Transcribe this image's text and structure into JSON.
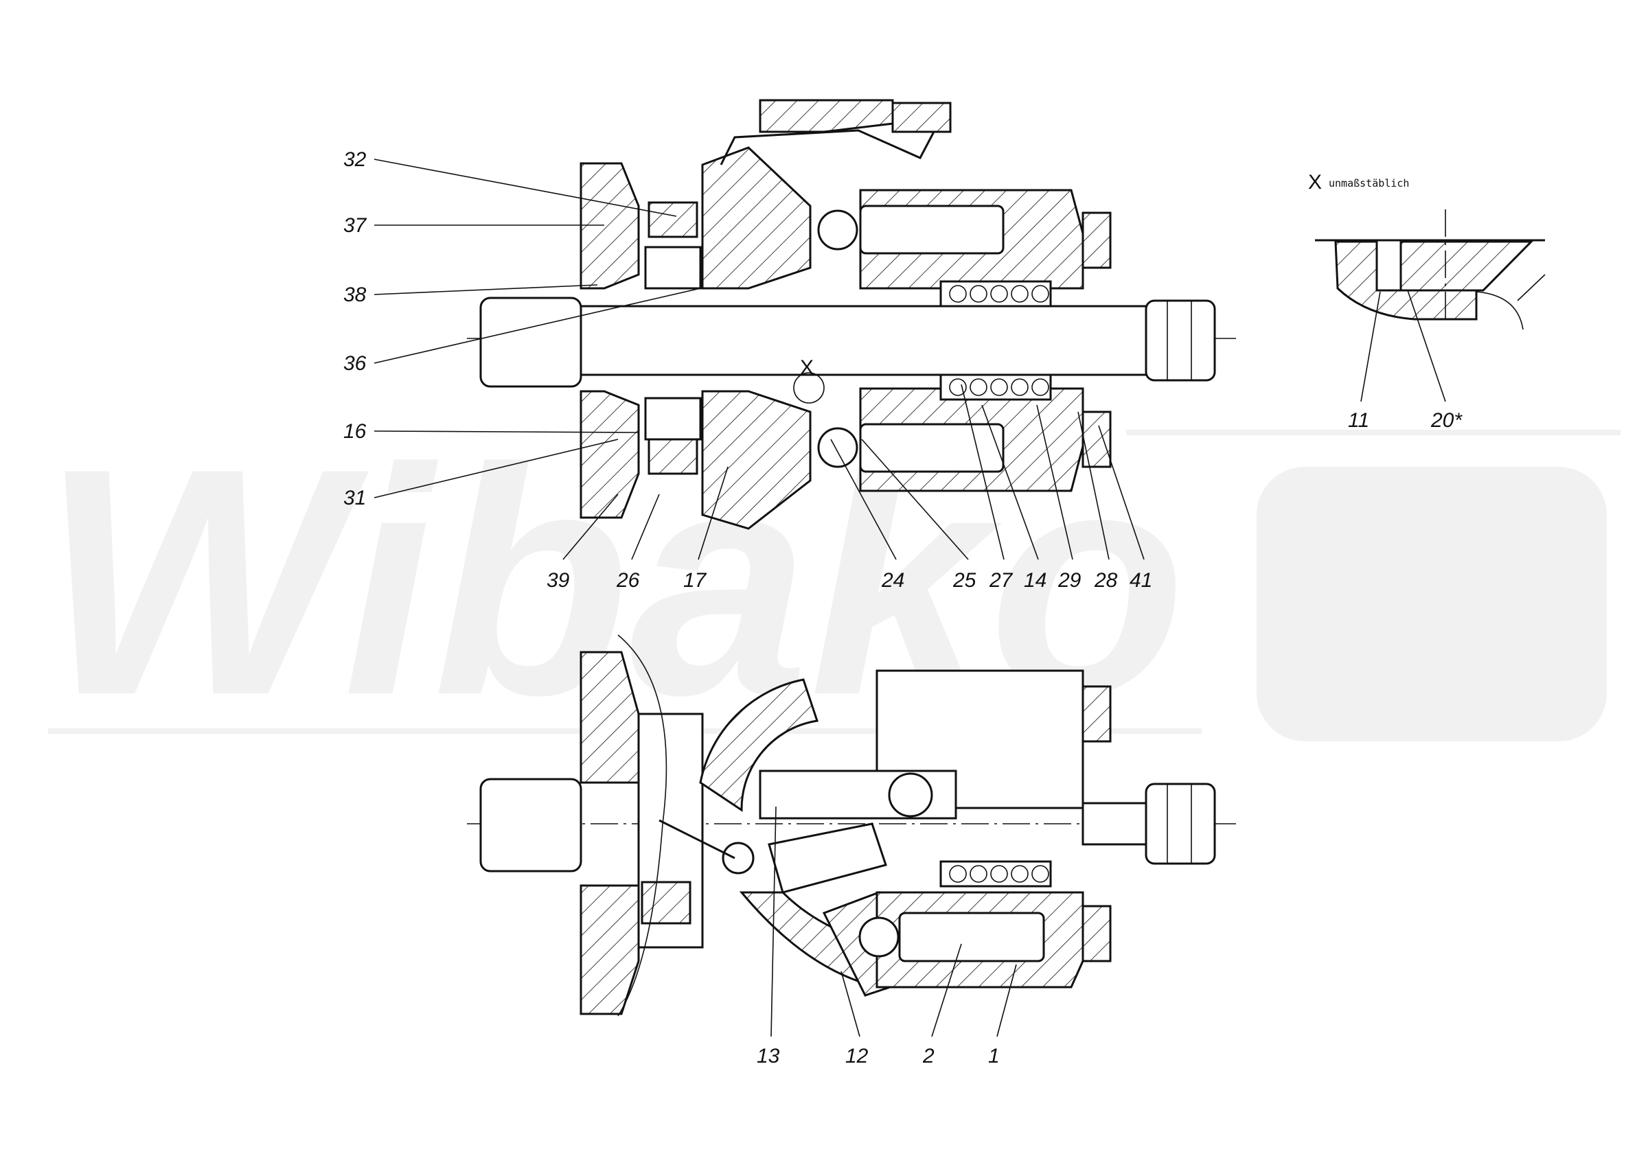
{
  "watermark": {
    "text": "Wibako"
  },
  "detail_view": {
    "marker": "X",
    "caption": "unmaßstäblich",
    "labels": [
      "11",
      "20*"
    ]
  },
  "upper_view": {
    "left_labels": [
      "32",
      "37",
      "38",
      "36",
      "16",
      "31"
    ],
    "bottom_labels": [
      "39",
      "26",
      "17",
      "24",
      "25",
      "27",
      "14",
      "29",
      "28",
      "41"
    ],
    "detail_marker": "X"
  },
  "lower_view": {
    "bottom_labels": [
      "13",
      "12",
      "2",
      "1"
    ]
  }
}
